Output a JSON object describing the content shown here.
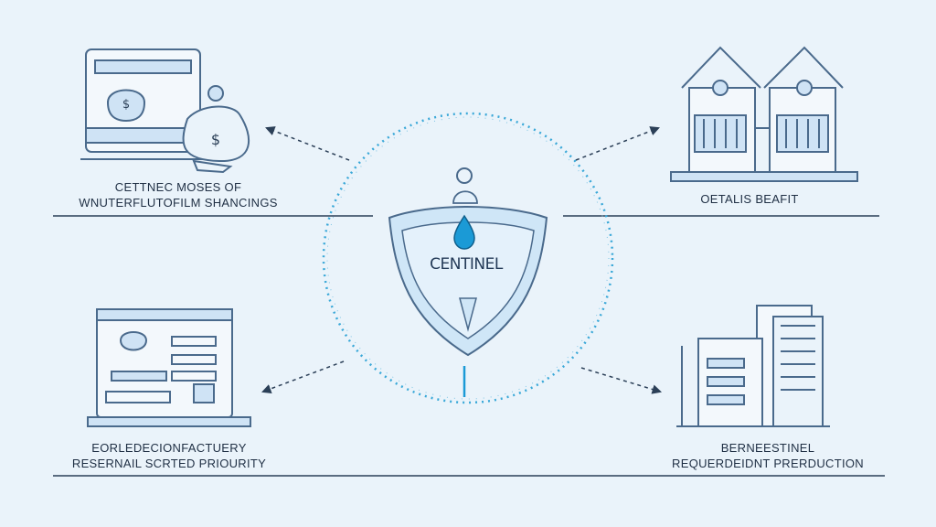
{
  "hub": {
    "emblem_text": "CENTINEL",
    "emblem_icon": "shield-drop-icon",
    "ring_color": "#3aa8d8",
    "shield_fill": "#cfe6f7",
    "drop_color": "#1b9ad6"
  },
  "nodes": {
    "top_left": {
      "line1": "CETTNEC MOSES OF",
      "line2": "WNUTERFLUTOFILM SHANCINGS",
      "icon": "money-bag-monitor-icon"
    },
    "top_right": {
      "line1": "OETALIS BEAFIT",
      "icon": "houses-icon"
    },
    "bottom_left": {
      "line1": "EORLEDECIONFACTUERY",
      "line2": "RESERNAIL SCRTED PRIOURITY",
      "icon": "laptop-form-icon"
    },
    "bottom_right": {
      "line1": "BERNEESTINEL",
      "line2": "REQUERDEIDNT PRERDUCTION",
      "icon": "office-building-icon"
    }
  },
  "colors": {
    "line": "#2b3f57",
    "icon_stroke": "#4a6a8c",
    "icon_fill": "#cfe3f5",
    "background": "#eaf3fa"
  }
}
